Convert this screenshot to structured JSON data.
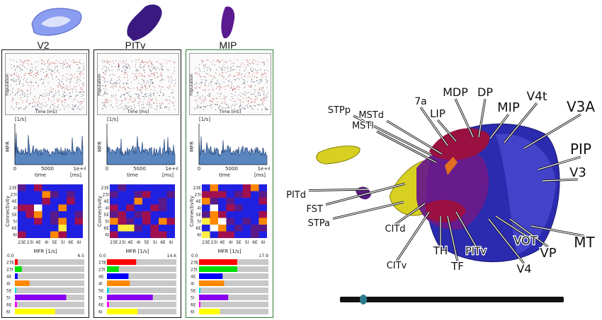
{
  "areas": [
    {
      "name": "V2",
      "selected": false,
      "mfr_max": "6.5",
      "bars": [
        {
          "layer": "23E",
          "value": 0.04,
          "color": "#ff0000"
        },
        {
          "layer": "23I",
          "value": 0.1,
          "color": "#00dd00"
        },
        {
          "layer": "4E",
          "value": 0.04,
          "color": "#0000ff"
        },
        {
          "layer": "4I",
          "value": 0.21,
          "color": "#ff8800"
        },
        {
          "layer": "5E",
          "value": 0.02,
          "color": "#00dddd"
        },
        {
          "layer": "5I",
          "value": 0.74,
          "color": "#8800ee"
        },
        {
          "layer": "6E",
          "value": 0.03,
          "color": "#ff00ff"
        },
        {
          "layer": "6I",
          "value": 0.58,
          "color": "#ffff00"
        }
      ]
    },
    {
      "name": "PITv",
      "selected": false,
      "mfr_max": "14.6",
      "bars": [
        {
          "layer": "23E",
          "value": 0.42,
          "color": "#ff0000"
        },
        {
          "layer": "23I",
          "value": 0.17,
          "color": "#00dd00"
        },
        {
          "layer": "4E",
          "value": 0.31,
          "color": "#0000ff"
        },
        {
          "layer": "4I",
          "value": 0.33,
          "color": "#ff8800"
        },
        {
          "layer": "5E",
          "value": 0.03,
          "color": "#00dddd"
        },
        {
          "layer": "5I",
          "value": 0.66,
          "color": "#8800ee"
        },
        {
          "layer": "6E",
          "value": 0.03,
          "color": "#ff00ff"
        },
        {
          "layer": "6I",
          "value": 0.44,
          "color": "#ffff00"
        }
      ]
    },
    {
      "name": "MIP",
      "selected": true,
      "mfr_max": "17.9",
      "bars": [
        {
          "layer": "23E",
          "value": 0.55,
          "color": "#ff0000"
        },
        {
          "layer": "23I",
          "value": 0.55,
          "color": "#00dd00"
        },
        {
          "layer": "4E",
          "value": 0.34,
          "color": "#0000ff"
        },
        {
          "layer": "4I",
          "value": 0.36,
          "color": "#ff8800"
        },
        {
          "layer": "5E",
          "value": 0.02,
          "color": "#00dddd"
        },
        {
          "layer": "5I",
          "value": 0.42,
          "color": "#8800ee"
        },
        {
          "layer": "6E",
          "value": 0.02,
          "color": "#ff00ff"
        },
        {
          "layer": "6I",
          "value": 0.3,
          "color": "#ffff00"
        }
      ]
    }
  ],
  "rate_panel": {
    "unit": "[1/s]",
    "xlabel": "time",
    "xunit": "[ms]",
    "ylabel": "MFR",
    "xticks": [
      "0",
      "5000",
      "1e+4"
    ]
  },
  "raster_panel": {
    "xlabel": "Time [ms]",
    "ylabel": "Population"
  },
  "conn_panel": {
    "ylabel": "Connectivity",
    "xticks": [
      "23E",
      "23I",
      "4E",
      "4I",
      "5E",
      "5I",
      "6E",
      "6I"
    ],
    "yticks": [
      "23E",
      "23I",
      "4E",
      "4I",
      "5E",
      "5I",
      "6E",
      "6I"
    ]
  },
  "bars_panel": {
    "title": "MFR [1/s]",
    "layers": [
      "23E",
      "23I",
      "4E",
      "4I",
      "5E",
      "5I",
      "6E",
      "6I"
    ]
  },
  "brain_labels": [
    "STPp",
    "MSTl",
    "MSTd",
    "7a",
    "LIP",
    "MDP",
    "DP",
    "MIP",
    "V4t",
    "V3A",
    "PIP",
    "V3",
    "PITd",
    "FST",
    "STPa",
    "CITd",
    "CITv",
    "TH",
    "TF",
    "PITv",
    "VOT",
    "VP",
    "V4",
    "MT"
  ],
  "colors": {
    "brain_blue": "#2b2bb0",
    "brain_purple": "#6a1a8a",
    "brain_red": "#9a1040",
    "brain_yellow": "#d8d020",
    "conn_blue": "#2020e0"
  }
}
